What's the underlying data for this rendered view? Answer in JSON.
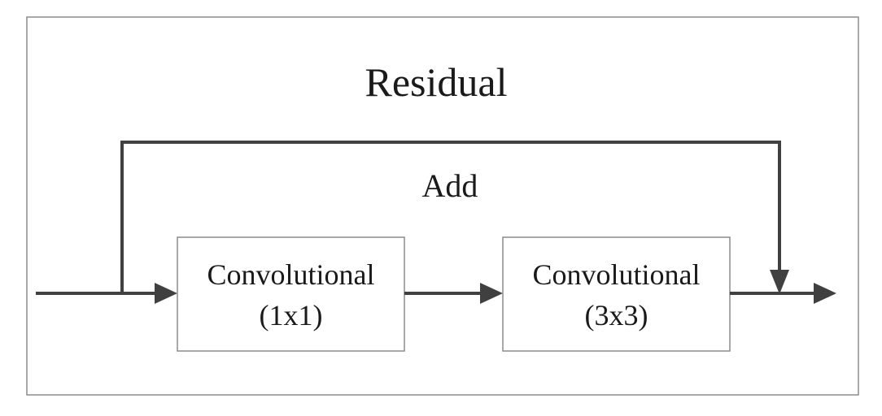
{
  "title": "Residual",
  "skip_label": "Add",
  "blocks": [
    {
      "name": "Convolutional",
      "kernel": "(1x1)"
    },
    {
      "name": "Convolutional",
      "kernel": "(3x3)"
    }
  ],
  "colors": {
    "line": "#404040",
    "border": "#8c8c8c",
    "text": "#1a1a1a",
    "background": "#ffffff"
  }
}
